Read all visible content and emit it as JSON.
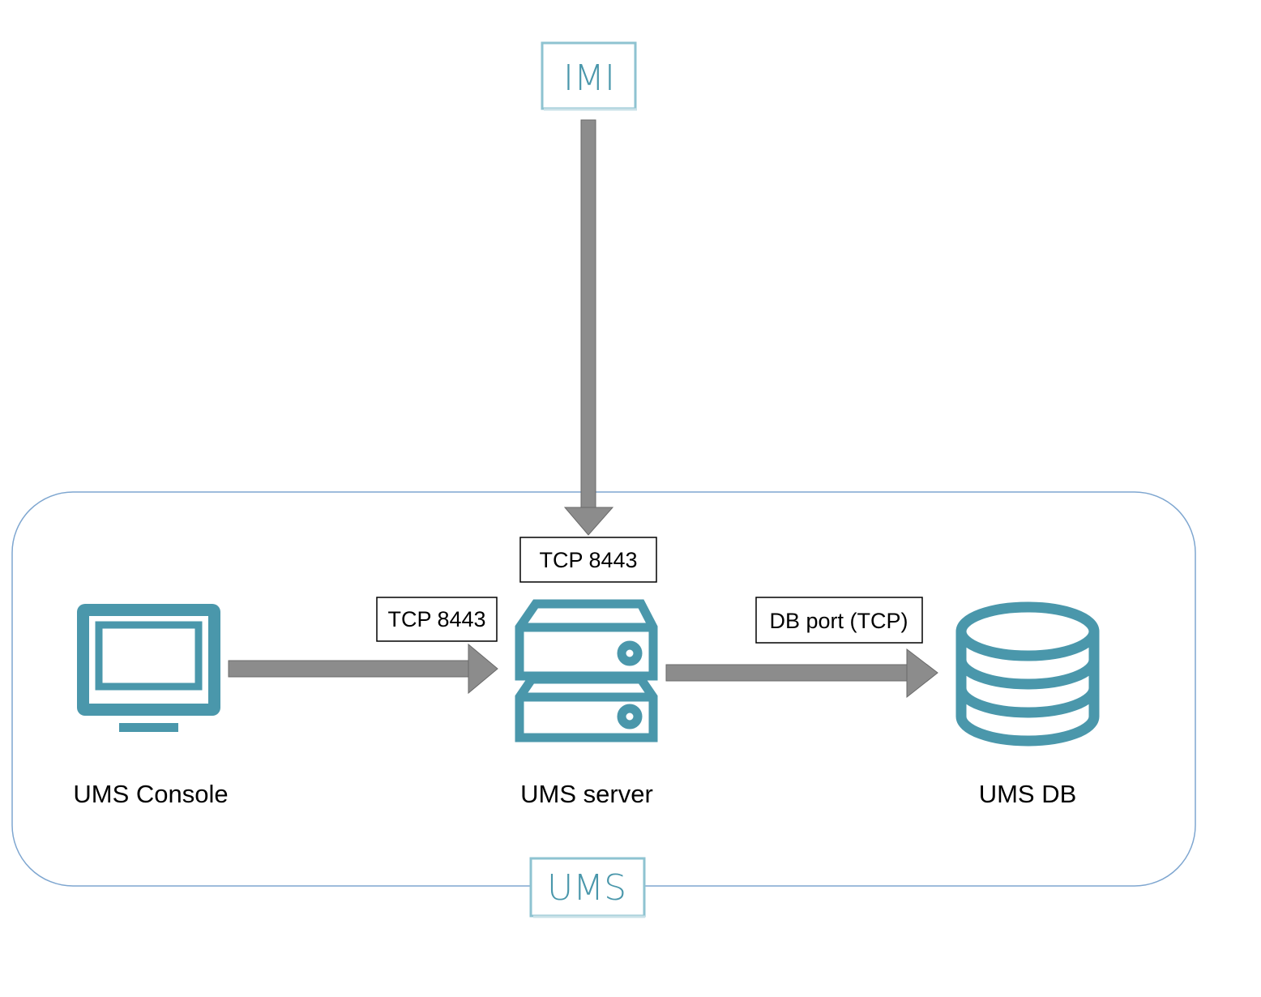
{
  "colors": {
    "accent": "#4a97ab",
    "arrow": "#8c8c8c",
    "group_border": "#7ea6d0",
    "badge_border": "#8ec3d1"
  },
  "badges": {
    "imi": {
      "label": "IMI"
    },
    "ums": {
      "label": "UMS"
    }
  },
  "nodes": {
    "console": {
      "label": "UMS Console",
      "icon": "monitor-icon"
    },
    "server": {
      "label": "UMS server",
      "icon": "server-stack-icon"
    },
    "db": {
      "label": "UMS DB",
      "icon": "database-icon"
    }
  },
  "ports": {
    "imi_to_server": "TCP 8443",
    "console_to_server": "TCP 8443",
    "server_to_db": "DB port (TCP)"
  }
}
